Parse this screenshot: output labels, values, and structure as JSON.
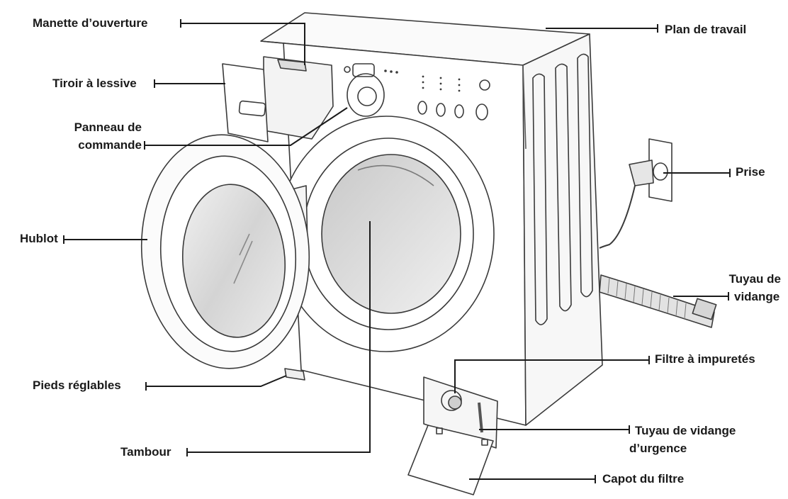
{
  "labels": {
    "manette": "Manette d’ouverture",
    "tiroir": "Tiroir à lessive",
    "panneau_1": "Panneau de",
    "panneau_2": "commande",
    "hublot": "Hublot",
    "pieds": "Pieds réglables",
    "tambour": "Tambour",
    "plan": "Plan de travail",
    "prise": "Prise",
    "tuyau_1": "Tuyau de",
    "tuyau_2": "vidange",
    "filtre": "Filtre à impuretés",
    "urgence_1": "Tuyau de vidange",
    "urgence_2": "d’urgence",
    "capot": "Capot du filtre"
  },
  "colors": {
    "line": "#1a1a1a",
    "outline": "#3a3a3a",
    "glass": "#d8d8d8"
  }
}
